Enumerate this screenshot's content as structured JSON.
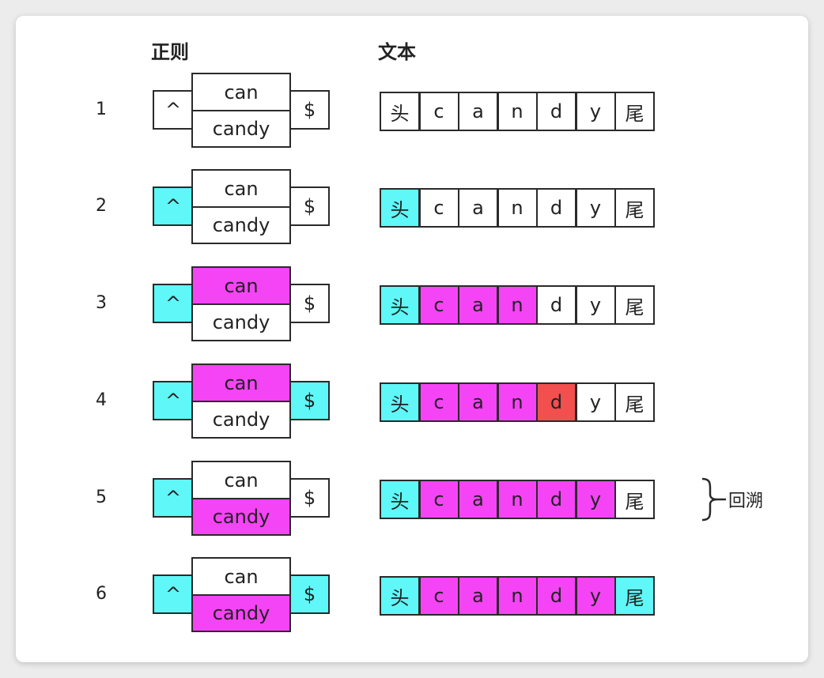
{
  "headers": {
    "regex": "正则",
    "text": "文本"
  },
  "regex_tokens": {
    "start": "^",
    "alt1": "can",
    "alt2": "candy",
    "end": "$"
  },
  "text_chars": [
    "头",
    "c",
    "a",
    "n",
    "d",
    "y",
    "尾"
  ],
  "annotation": "回溯",
  "colors": {
    "match": "#5ff7f7",
    "consumed": "#f544f5",
    "fail": "#f24f4f",
    "default": "#ffffff"
  },
  "rows": [
    {
      "label": "1",
      "regex_state": {
        "start": "default",
        "alt1": "default",
        "alt2": "default",
        "end": "default"
      },
      "text_state": [
        "default",
        "default",
        "default",
        "default",
        "default",
        "default",
        "default"
      ]
    },
    {
      "label": "2",
      "regex_state": {
        "start": "match",
        "alt1": "default",
        "alt2": "default",
        "end": "default"
      },
      "text_state": [
        "match",
        "default",
        "default",
        "default",
        "default",
        "default",
        "default"
      ]
    },
    {
      "label": "3",
      "regex_state": {
        "start": "match",
        "alt1": "consumed",
        "alt2": "default",
        "end": "default"
      },
      "text_state": [
        "match",
        "consumed",
        "consumed",
        "consumed",
        "default",
        "default",
        "default"
      ]
    },
    {
      "label": "4",
      "regex_state": {
        "start": "match",
        "alt1": "consumed",
        "alt2": "default",
        "end": "match"
      },
      "text_state": [
        "match",
        "consumed",
        "consumed",
        "consumed",
        "fail",
        "default",
        "default"
      ]
    },
    {
      "label": "5",
      "regex_state": {
        "start": "match",
        "alt1": "default",
        "alt2": "consumed",
        "end": "default"
      },
      "text_state": [
        "match",
        "consumed",
        "consumed",
        "consumed",
        "consumed",
        "consumed",
        "default"
      ]
    },
    {
      "label": "6",
      "regex_state": {
        "start": "match",
        "alt1": "default",
        "alt2": "consumed",
        "end": "match"
      },
      "text_state": [
        "match",
        "consumed",
        "consumed",
        "consumed",
        "consumed",
        "consumed",
        "match"
      ]
    }
  ]
}
